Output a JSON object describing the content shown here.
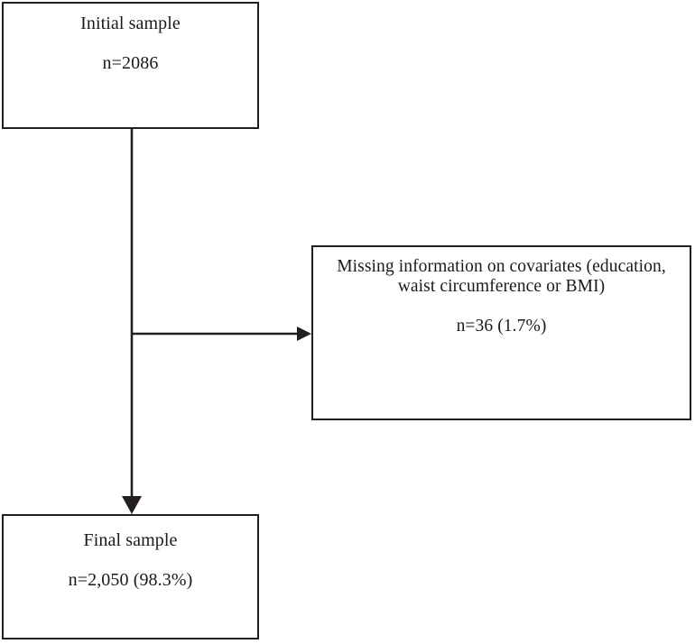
{
  "figure": {
    "type": "flowchart",
    "orientation": "vertical-with-side-branch",
    "background_color": "#ffffff",
    "stroke_color": "#231f20",
    "text_color": "#1a1a1a"
  },
  "nodes": {
    "initial": {
      "id": "initial-sample",
      "title": "Initial sample",
      "count": "n=2086"
    },
    "missing": {
      "id": "missing-covariates",
      "title": "Missing information on covariates (education, waist circumference or BMI)",
      "count": "n=36 (1.7%)"
    },
    "final": {
      "id": "final-sample",
      "title": "Final sample",
      "count": "n=2,050 (98.3%)"
    }
  },
  "connectors": [
    {
      "id": "initial-to-branch",
      "from": "initial-sample",
      "to": "branch-point",
      "direction": "down",
      "arrowhead": false
    },
    {
      "id": "branch-to-missing",
      "from": "branch-point",
      "to": "missing-covariates",
      "direction": "right",
      "arrowhead": true
    },
    {
      "id": "branch-to-final",
      "from": "branch-point",
      "to": "final-sample",
      "direction": "down",
      "arrowhead": true
    }
  ]
}
